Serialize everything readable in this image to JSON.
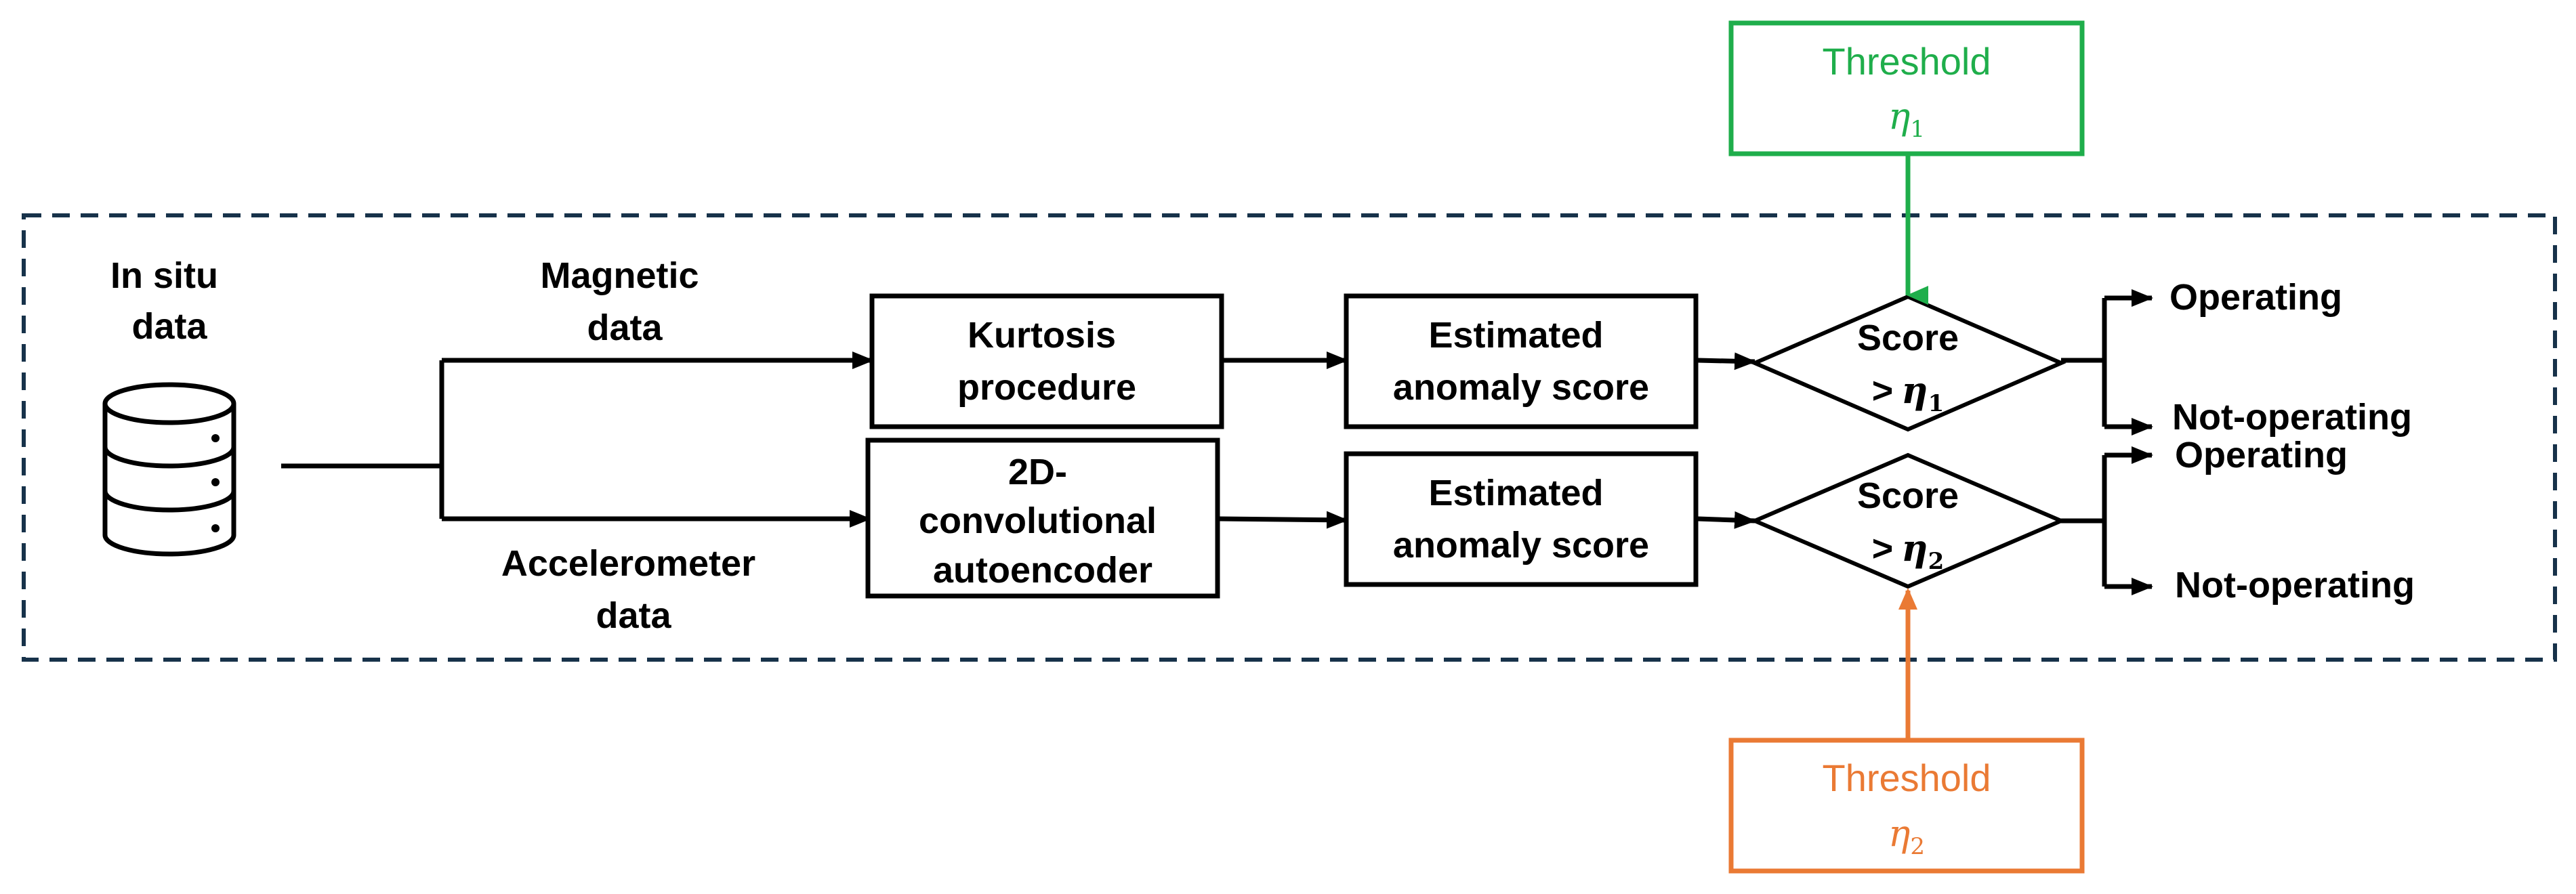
{
  "colors": {
    "frame": "#17324a",
    "threshold_1": "#1fae4b",
    "threshold_2": "#ea7a34",
    "line": "#000000"
  },
  "icons": {
    "database": "database-icon"
  },
  "source": {
    "label_line1": "In situ",
    "label_line2": "data"
  },
  "branches": {
    "magnetic": {
      "line1": "Magnetic",
      "line2": "data"
    },
    "accelerometer": {
      "line1": "Accelerometer",
      "line2": "data"
    }
  },
  "blocks": {
    "kurtosis": {
      "line1": "Kurtosis",
      "line2": "procedure"
    },
    "autoencoder": {
      "line1": "2D-",
      "line2": "convolutional",
      "line3": "autoencoder"
    },
    "score_1": {
      "line1": "Estimated",
      "line2": "anomaly score"
    },
    "score_2": {
      "line1": "Estimated",
      "line2": "anomaly score"
    }
  },
  "decisions": {
    "d1": {
      "line1": "Score",
      "prefix": ">",
      "symbol": "η",
      "subscript": "1"
    },
    "d2": {
      "line1": "Score",
      "prefix": ">",
      "symbol": "η",
      "subscript": "2"
    }
  },
  "thresholds": {
    "t1": {
      "title": "Threshold",
      "symbol": "η",
      "subscript": "1"
    },
    "t2": {
      "title": "Threshold",
      "symbol": "η",
      "subscript": "2"
    }
  },
  "outcomes": {
    "o1_yes": "Operating",
    "o1_no": "Not-operating",
    "o2_yes": "Operating",
    "o2_no": "Not-operating"
  }
}
